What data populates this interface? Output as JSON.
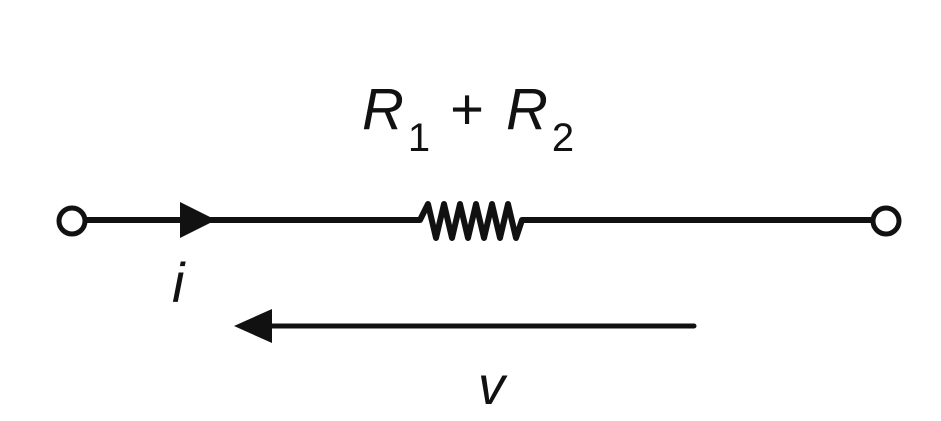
{
  "resistor": {
    "symbol_1": "R",
    "subscript_1": "1",
    "operator": "+",
    "symbol_2": "R",
    "subscript_2": "2"
  },
  "current": {
    "label": "i"
  },
  "voltage": {
    "label": "v"
  },
  "colors": {
    "ink": "#111111",
    "background": "#ffffff"
  }
}
